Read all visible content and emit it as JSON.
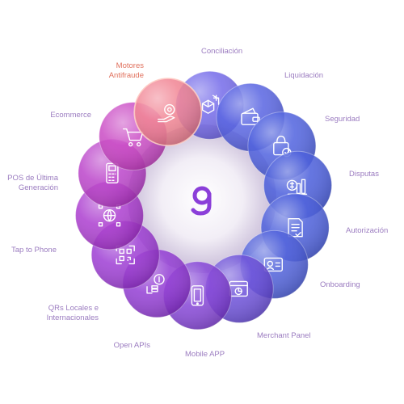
{
  "center": {
    "logo_icon": "g-logo-icon"
  },
  "colors": {
    "label": "#9b7cc0",
    "label_accent": "#e0705c",
    "disc_blue": "#4a52d8",
    "disc_purple": "#8a2fd1",
    "disc_magenta": "#c23bc4",
    "disc_coral": "#f07a8a"
  },
  "nodes": [
    {
      "id": "motores",
      "label": "Motores\nAntifraude",
      "icon": "gear-hand-icon",
      "color": "#f07a8a",
      "accent": true
    },
    {
      "id": "conciliacion",
      "label": "Conciliación",
      "icon": "blocks-icon",
      "color": "#6a60e8"
    },
    {
      "id": "liquidacion",
      "label": "Liquidación",
      "icon": "wallet-icon",
      "color": "#4c58e0"
    },
    {
      "id": "seguridad",
      "label": "Seguridad",
      "icon": "secure-bag-icon",
      "color": "#4256dc"
    },
    {
      "id": "disputas",
      "label": "Disputas",
      "icon": "chart-dollar-icon",
      "color": "#3d52d8"
    },
    {
      "id": "autorizacion",
      "label": "Autorización",
      "icon": "document-check-icon",
      "color": "#3f54d8"
    },
    {
      "id": "onboarding",
      "label": "Onboarding",
      "icon": "id-card-icon",
      "color": "#4456d8"
    },
    {
      "id": "merchant",
      "label": "Merchant Panel",
      "icon": "browser-chart-icon",
      "color": "#6244d6"
    },
    {
      "id": "mobile",
      "label": "Mobile APP",
      "icon": "smartphone-icon",
      "color": "#7d38d4"
    },
    {
      "id": "openapis",
      "label": "Open APIs",
      "icon": "coins-hand-icon",
      "color": "#8a2fd1"
    },
    {
      "id": "qrs",
      "label": "QRs Locales e\nInternacionales",
      "icon": "qr-code-icon",
      "color": "#962ed0"
    },
    {
      "id": "taptophone",
      "label": "Tap to Phone",
      "icon": "globe-nodes-icon",
      "color": "#a52fcc"
    },
    {
      "id": "pos",
      "label": "POS de Última\nGeneración",
      "icon": "pos-terminal-icon",
      "color": "#b636c6"
    },
    {
      "id": "ecommerce",
      "label": "Ecommerce",
      "icon": "shopping-cart-icon",
      "color": "#c63ec0"
    }
  ]
}
